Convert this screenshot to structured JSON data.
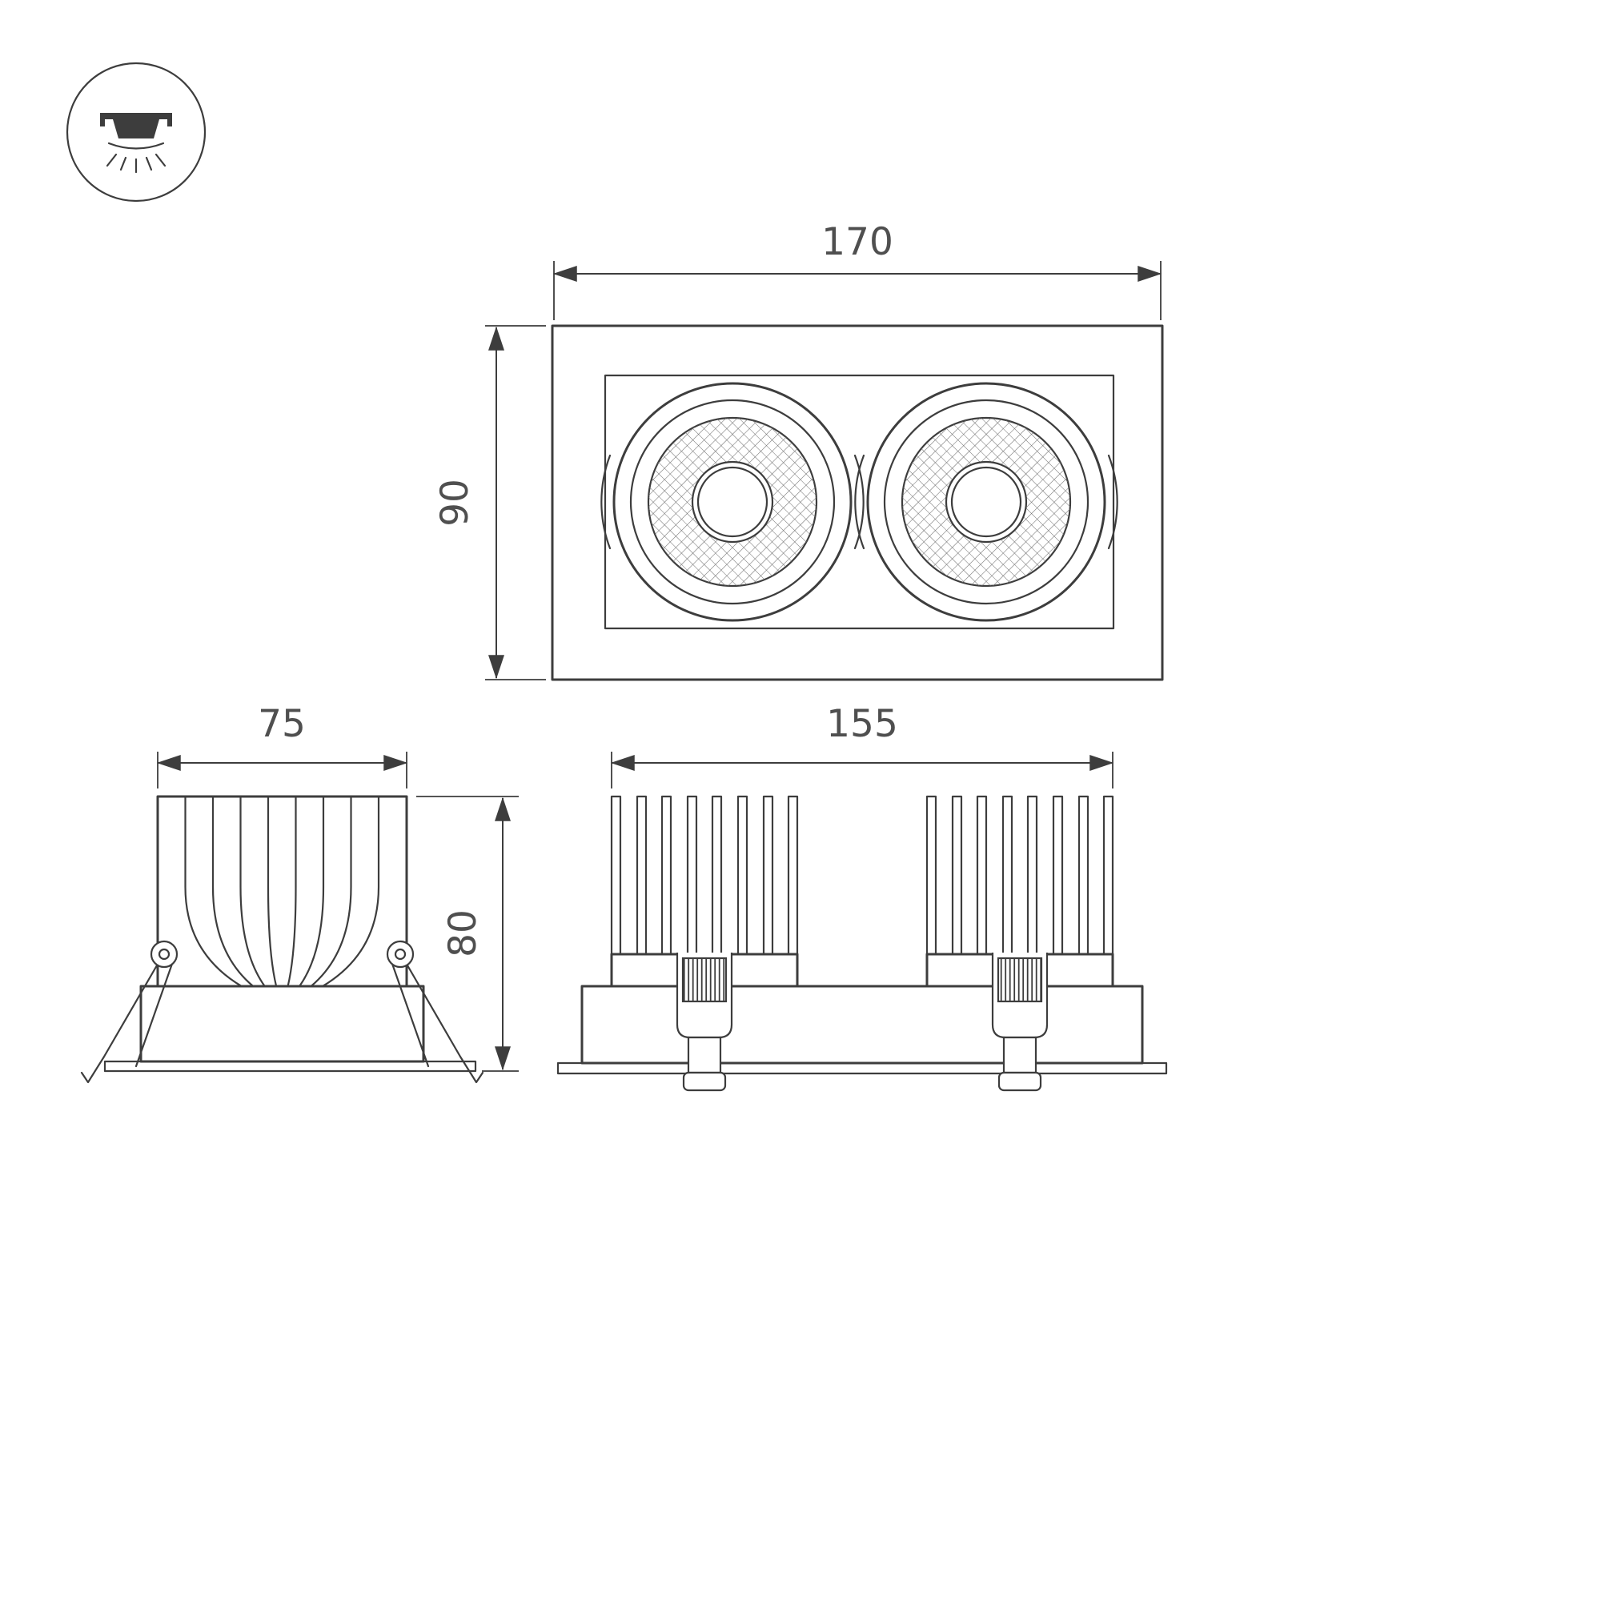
{
  "icon": {
    "name": "recessed-downlight-icon"
  },
  "dimensions": {
    "front_width": "170",
    "front_height": "90",
    "side_width": "75",
    "side_height": "80",
    "rear_width": "155"
  },
  "colors": {
    "background": "#ffffff",
    "line": "#3d3d3d",
    "text": "#4f4f4f"
  }
}
